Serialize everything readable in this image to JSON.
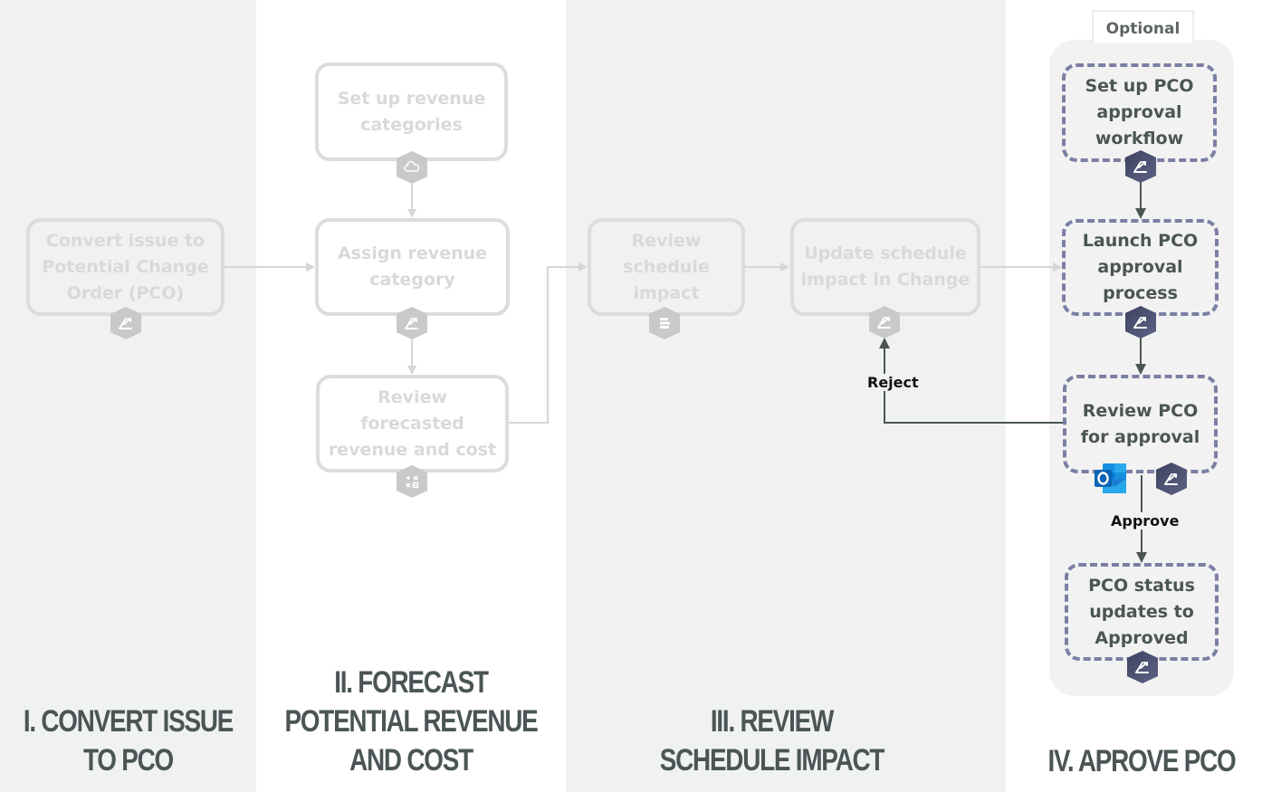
{
  "lanes": [
    {
      "id": "I",
      "title": "I. CONVERT ISSUE\nTO PCO"
    },
    {
      "id": "II",
      "title": "II. FORECAST\nPOTENTIAL REVENUE\nAND COST"
    },
    {
      "id": "III",
      "title": "III. REVIEW\nSCHEDULE IMPACT"
    },
    {
      "id": "IV",
      "title": "IV. APROVE PCO"
    }
  ],
  "optional_label": "Optional",
  "nodes": {
    "convert_issue": {
      "label": "Convert issue to Potential Change Order (PCO)",
      "state": "faded",
      "icon": "change-icon"
    },
    "setup_revenue_categories": {
      "label": "Set up revenue categories",
      "state": "faded",
      "icon": "cloud-icon"
    },
    "assign_revenue_category": {
      "label": "Assign revenue category",
      "state": "faded",
      "icon": "change-icon"
    },
    "review_forecasted": {
      "label": "Review forecasted revenue and cost",
      "state": "faded",
      "icon": "calculator-icon"
    },
    "review_schedule_impact": {
      "label": "Review schedule impact",
      "state": "faded",
      "icon": "schedule-icon"
    },
    "update_schedule_impact": {
      "label": "Update schedule impact in Change",
      "state": "faded",
      "icon": "change-icon"
    },
    "setup_pco_workflow": {
      "label": "Set up PCO approval workflow",
      "state": "active",
      "icon": "change-icon"
    },
    "launch_pco_approval": {
      "label": "Launch PCO approval process",
      "state": "active",
      "icon": "change-icon"
    },
    "review_pco_approval": {
      "label": "Review PCO for approval",
      "state": "active",
      "icon": "change-icon",
      "extra_icon": "outlook-icon"
    },
    "pco_status_approved": {
      "label": "PCO status updates to Approved",
      "state": "active",
      "icon": "change-icon"
    }
  },
  "edge_labels": {
    "reject": "Reject",
    "approve": "Approve"
  },
  "colors": {
    "active_border": "#7a7fa3",
    "active_badge": "#4a4e6e",
    "faded": "#dcdcdc",
    "connector_active": "#4b5654",
    "connector_faded": "#d6d6d6",
    "title": "#4b5556"
  }
}
